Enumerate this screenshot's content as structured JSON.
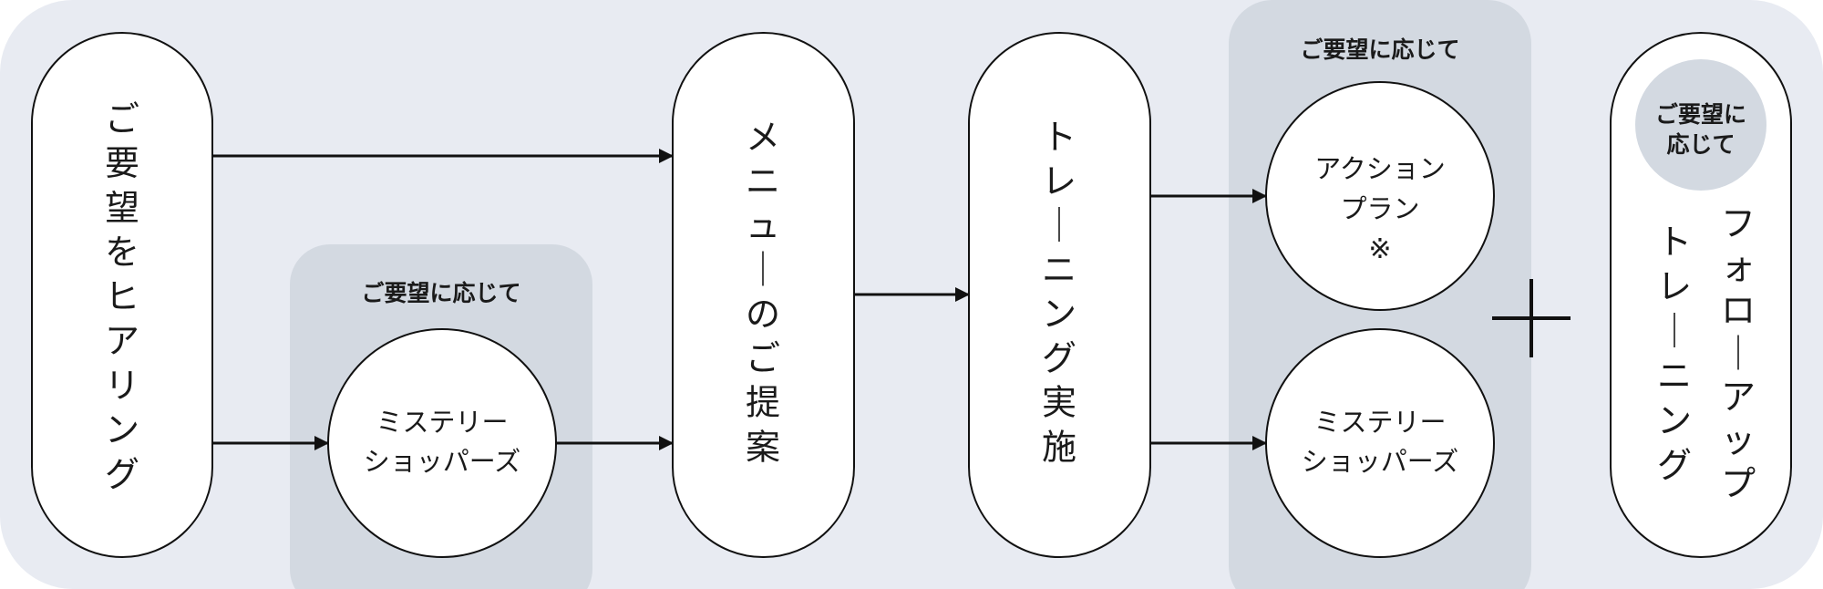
{
  "steps": {
    "hearing": "ご要望をヒアリング",
    "menu": "メニューのご提案",
    "training": "トレーニング実施",
    "followup_line1": "フォローアップ",
    "followup_line2": "トレーニング"
  },
  "optional_label": "ご要望に応じて",
  "optional_label_split": [
    "ご要望に",
    "応じて"
  ],
  "mystery_shoppers": [
    "ミステリー",
    "ショッパーズ"
  ],
  "action_plan": [
    "アクション",
    "プラン",
    "※"
  ],
  "plus_sign": "＋",
  "colors": {
    "background": "#e8ebf2",
    "optional_box": "#d3d9e1",
    "node_fill": "#ffffff",
    "stroke": "#111111"
  }
}
